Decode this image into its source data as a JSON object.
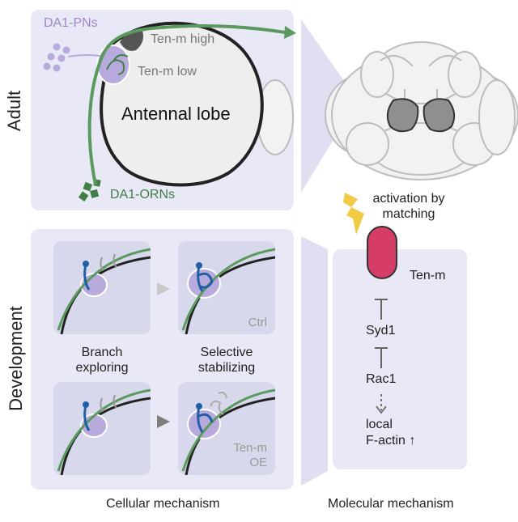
{
  "adult": {
    "side_label": "Adult",
    "pns_label": "DA1-PNs",
    "orns_label": "DA1-ORNs",
    "tenm_high": "Ten-m high",
    "tenm_low": "Ten-m low",
    "lobe_label": "Antennal lobe"
  },
  "development": {
    "side_label": "Development",
    "step1_caption_line1": "Branch",
    "step1_caption_line2": "exploring",
    "step2_caption_line1": "Selective",
    "step2_caption_line2": "stabilizing",
    "ctrl_label": "Ctrl",
    "oe_label_line1": "Ten-m",
    "oe_label_line2": "OE"
  },
  "molecular": {
    "activation_line1": "activation by",
    "activation_line2": "matching",
    "tenm": "Ten-m",
    "syd1": "Syd1",
    "rac1": "Rac1",
    "local": "local",
    "factin": "F-actin ↑"
  },
  "footer": {
    "cellular": "Cellular mechanism",
    "molecular": "Molecular mechanism"
  },
  "colors": {
    "panel_bg": "#e8e8f6",
    "orn_green": "#5a9a5e",
    "pn_purple": "#b8aadc",
    "tenm_red": "#d63d66",
    "pn_blue": "#1f5fa8",
    "lightning": "#f2cb45"
  },
  "icons": [
    "lightning-bolt-icon",
    "inhibition-arrow-icon",
    "dashed-arrow-icon",
    "chevron-right-icon"
  ]
}
